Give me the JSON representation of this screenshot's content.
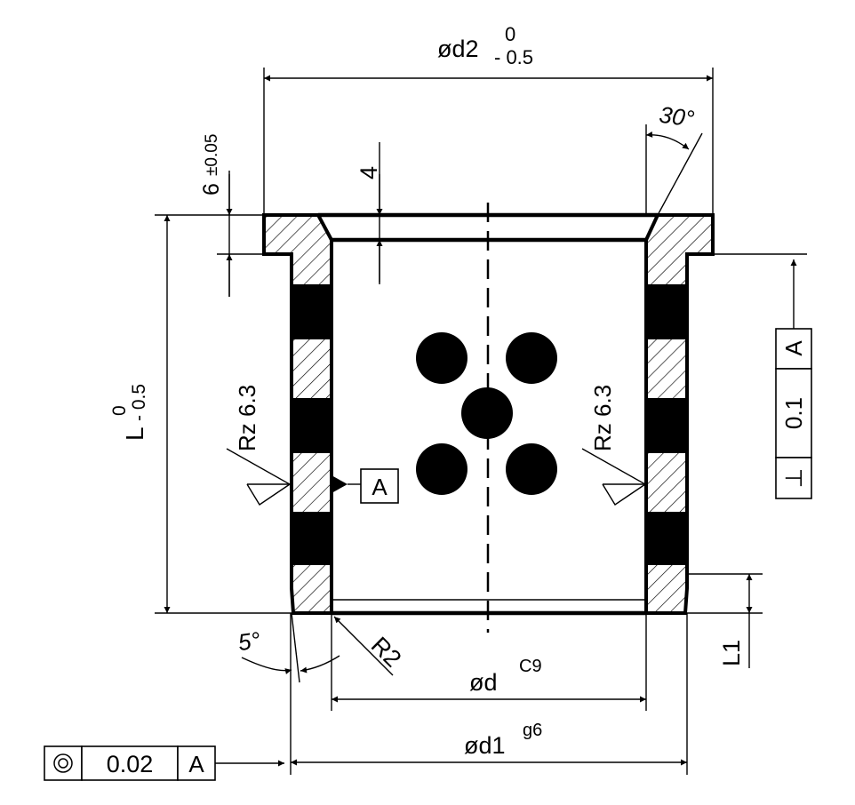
{
  "dimensions": {
    "d2": {
      "base": "ød2",
      "upper": "0",
      "lower": "- 0.5"
    },
    "chamfer_angle": "30°",
    "flange_thickness": {
      "base": "6",
      "tol": "±0.05"
    },
    "chamfer_depth": "4",
    "length": {
      "base": "L",
      "upper": "0",
      "lower": "- 0.5"
    },
    "bore": {
      "base": "ød",
      "fit": "C9"
    },
    "outer": {
      "base": "ød1",
      "fit": "g6"
    },
    "radius": "R2",
    "lead_angle": "5°",
    "lead_length": "L1"
  },
  "surface": {
    "left": "Rz 6.3",
    "right": "Rz 6.3"
  },
  "datum": {
    "label": "A"
  },
  "tolerances": {
    "perpendicularity": {
      "symbol": "⊥",
      "value": "0.1",
      "datum": "A"
    },
    "concentricity": {
      "symbol": "◎",
      "value": "0.02",
      "datum": "A"
    }
  }
}
